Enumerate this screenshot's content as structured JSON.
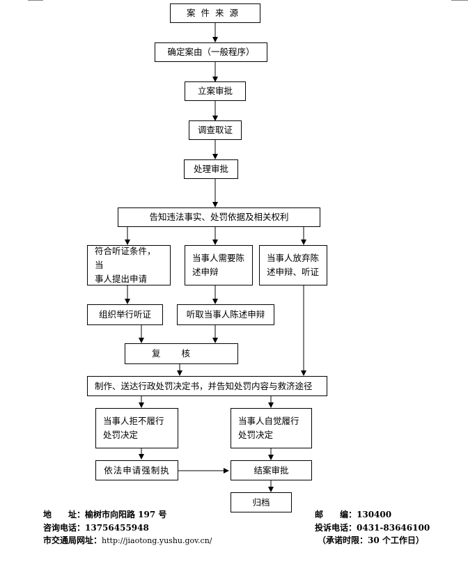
{
  "flow": {
    "source": "案件来源",
    "determine_cause": "确定案由（一般程序）",
    "filing_approval": "立案审批",
    "investigation": "调查取证",
    "handling_approval": "处理审批",
    "notify": "告知违法事实、处罚依据及相关权利",
    "hearing_request": "符合听证条件，当\n事人提出申请",
    "statement_request": "当事人需要陈\n述申辩",
    "waive": "当事人放弃陈\n述申辩、听证",
    "organize_hearing": "组织举行听证",
    "hear_statement": "听取当事人陈述申辩",
    "review": "复核",
    "decision": "制作、送达行政处罚决定书，并告知处罚内容与救济途径",
    "refuse": "当事人拒不履行\n处罚决定",
    "comply": "当事人自觉履行\n处罚决定",
    "enforce": "依法申请强制执",
    "closing_approval": "结案审批",
    "archive": "归档"
  },
  "footer": {
    "address": "地　　址：榆树市向阳路 197 号",
    "postcode": "邮　　编：130400",
    "consult_phone": "咨询电话：13756455948",
    "complaint_phone": "投诉电话：0431-83646100",
    "website_label": "市交通局网址：",
    "website_url": "http://jiaotong.yushu.gov.cn/",
    "promise": "（承诺时限：30 个工作日）"
  }
}
